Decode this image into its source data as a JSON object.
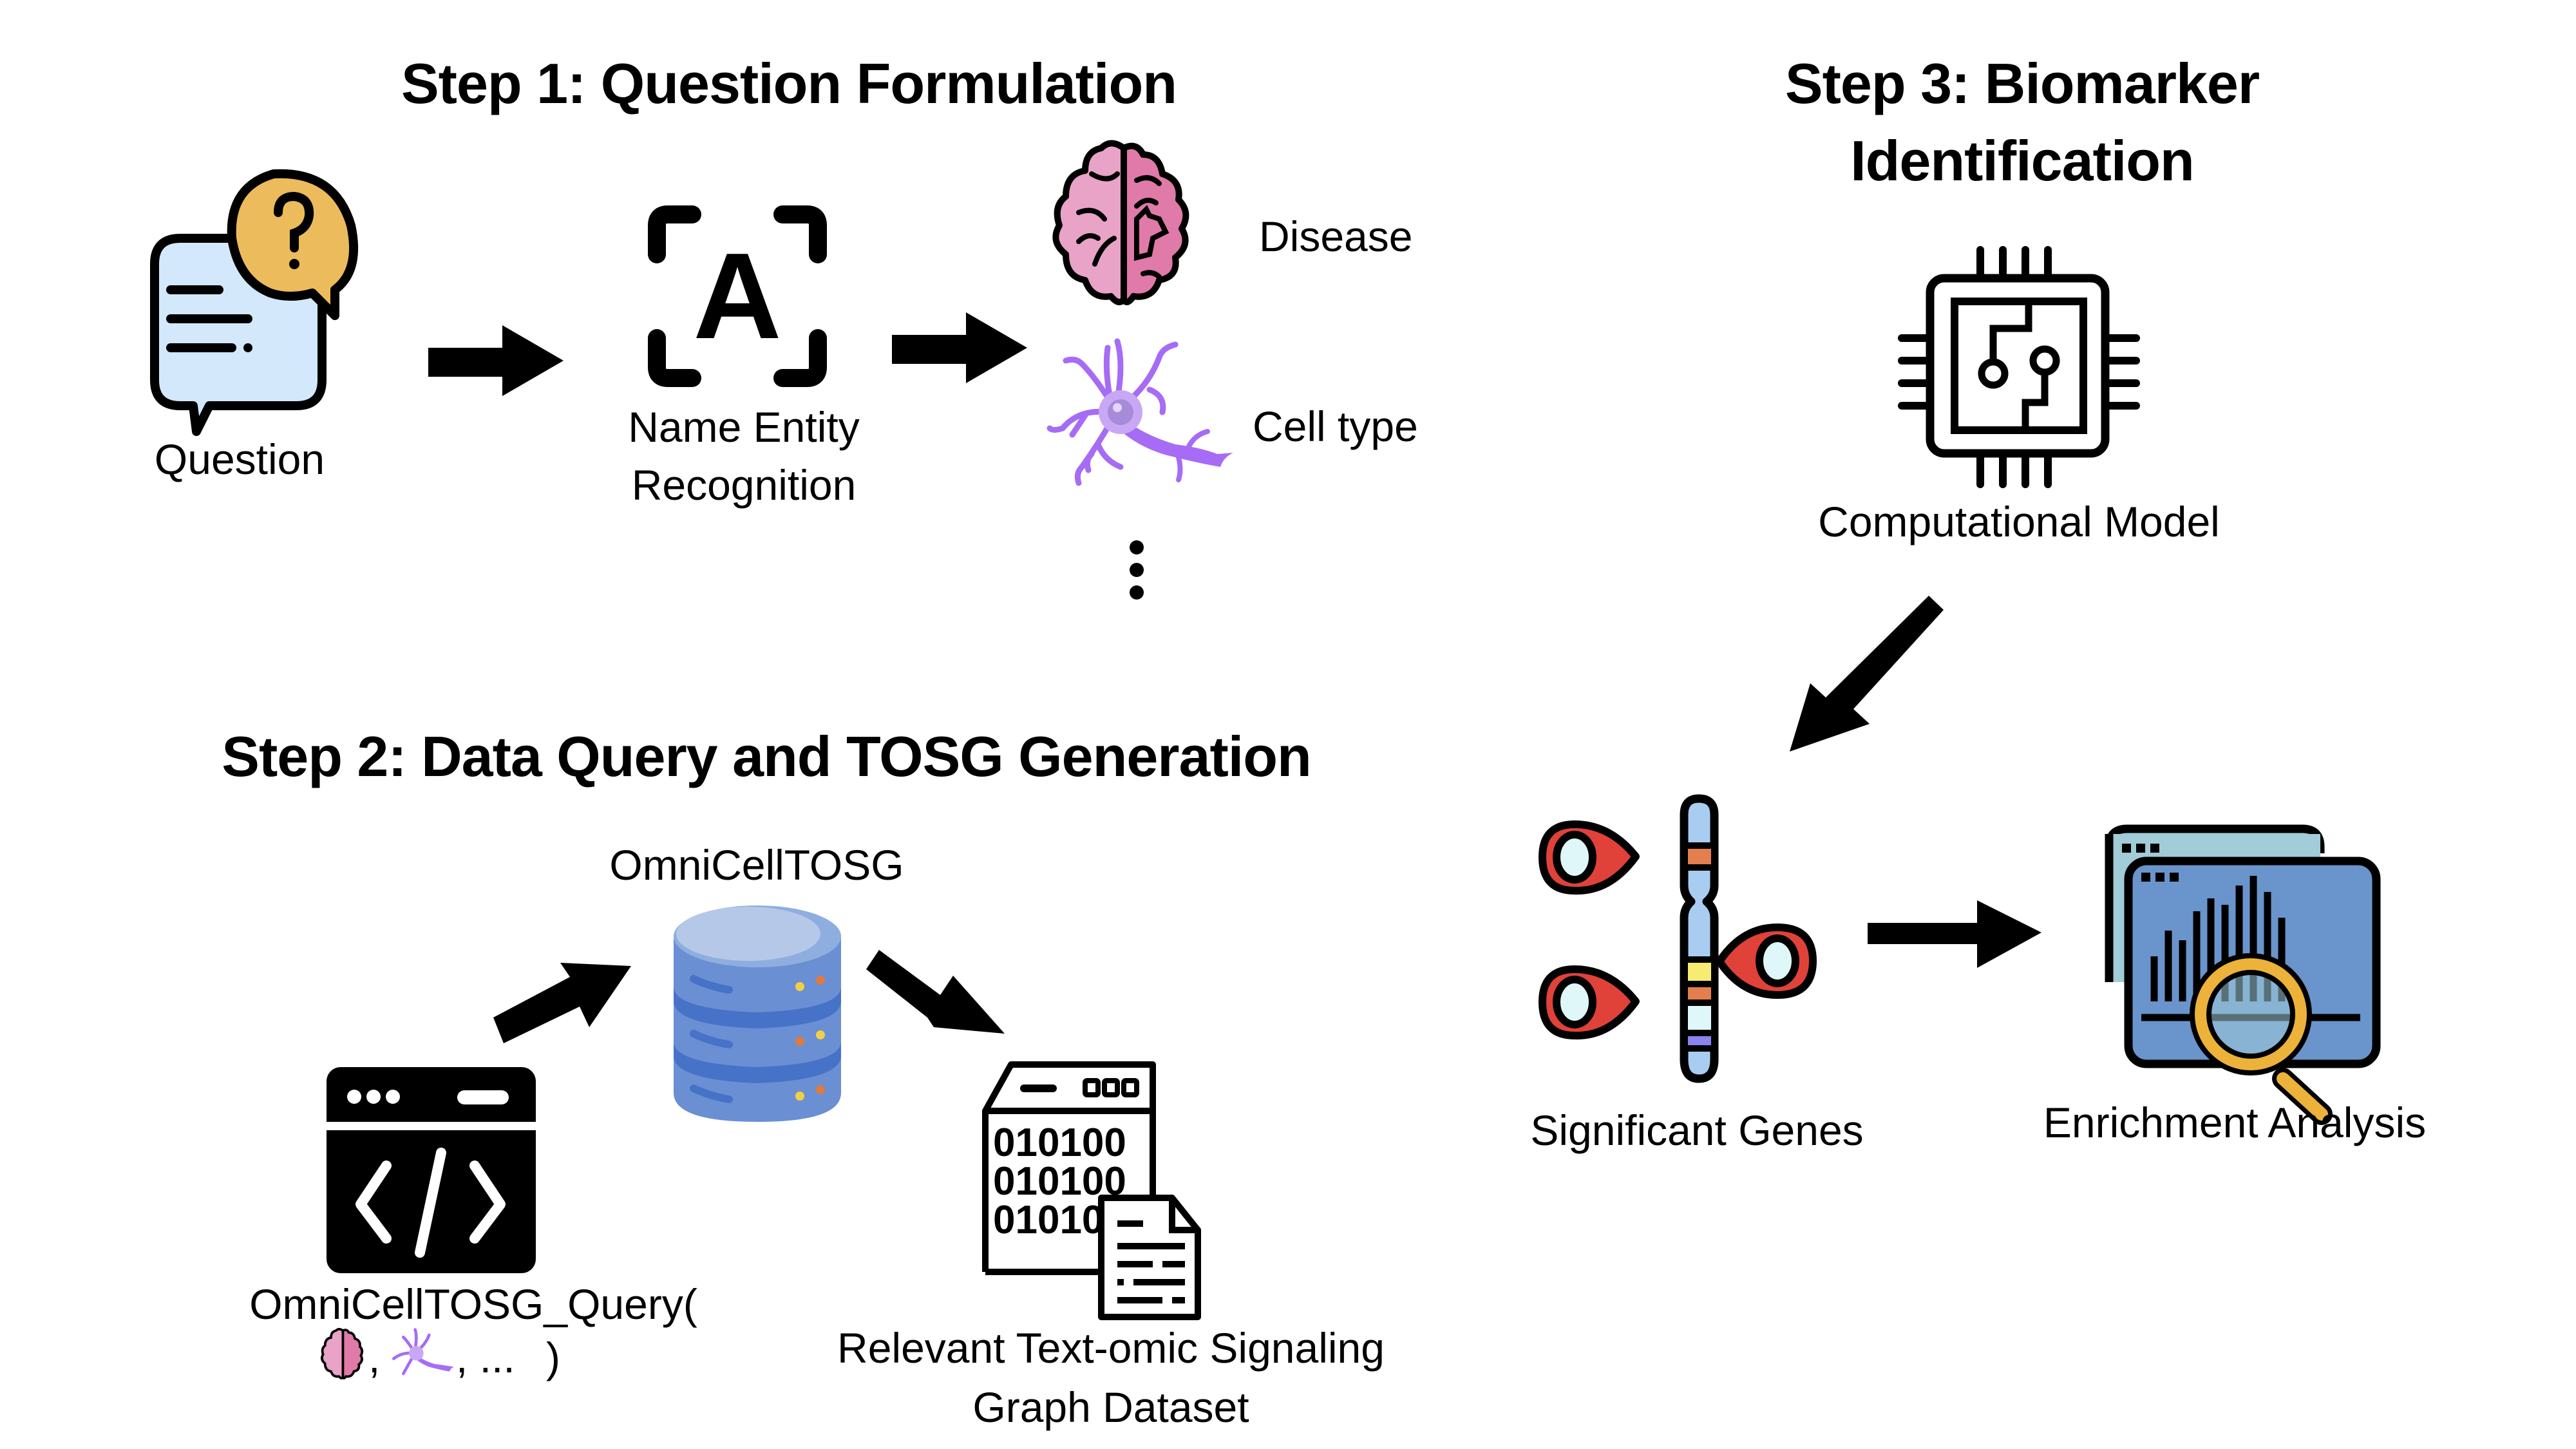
{
  "step1": {
    "title": "Step 1: Question Formulation",
    "question_label": "Question",
    "ner_label_line1": "Name Entity",
    "ner_label_line2": "Recognition",
    "entities": [
      {
        "label": "Disease",
        "icon": "brain-icon"
      },
      {
        "label": "Cell type",
        "icon": "neuron-icon"
      }
    ],
    "more_indicator": "vertical-ellipsis"
  },
  "step2": {
    "title": "Step 2: Data Query and TOSG Generation",
    "database_label": "OmniCellTOSG",
    "query_label_line1": "OmniCellTOSG_Query(",
    "query_args_sep": ",",
    "query_args_more": ", ...",
    "query_close": ")",
    "output_label_line1": "Relevant Text-omic Signaling",
    "output_label_line2": "Graph Dataset",
    "binary_rows": [
      "010100",
      "010100",
      "01010"
    ]
  },
  "step3": {
    "title_line1": "Step 3: Biomarker",
    "title_line2": "Identification",
    "model_label": "Computational Model",
    "genes_label": "Significant Genes",
    "enrichment_label": "Enrichment Analysis"
  },
  "colors": {
    "text": "#000000",
    "arrow": "#000000",
    "speech_bubble_blue": "#d3e8fb",
    "speech_bubble_yellow": "#ecbb5c",
    "brain_pink_light": "#e8a3c7",
    "brain_pink_dark": "#e07aa8",
    "neuron_purple": "#a66cf5",
    "neuron_body": "#c8a8f5",
    "db_top": "#b6c8e8",
    "db_body": "#6a8fd3",
    "db_band": "#4672c8",
    "db_dot_yellow": "#f2d046",
    "db_dot_orange": "#e07a3e",
    "pin_red": "#e0423a",
    "chromosome_blue": "#a9cdf0",
    "band_orange": "#e37f4f",
    "band_yellow": "#f7eb72",
    "band_cyan": "#dff7f8",
    "band_purple": "#8a82ee",
    "window_back": "#a1ccd8",
    "window_front": "#6a95cc",
    "magnifier_gold": "#ecb23a"
  }
}
